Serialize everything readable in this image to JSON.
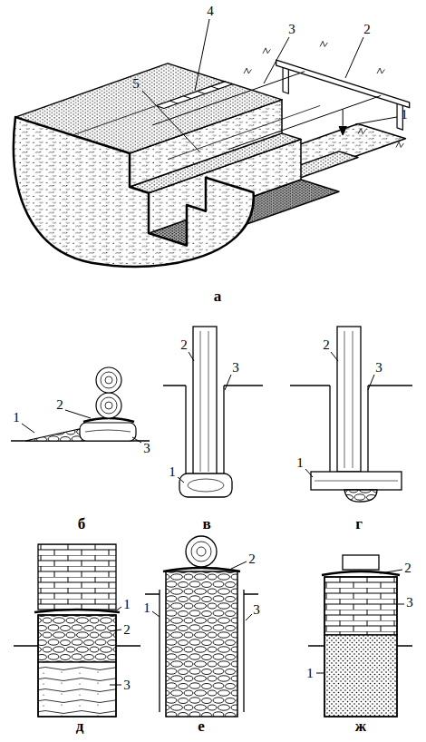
{
  "diagram": {
    "labels": [
      "4",
      "3",
      "2",
      "5",
      "1",
      "а",
      "1",
      "2",
      "3",
      "б",
      "2",
      "3",
      "1",
      "в",
      "2",
      "3",
      "1",
      "г",
      "1",
      "2",
      "3",
      "д",
      "2",
      "1",
      "3",
      "е",
      "2",
      "3",
      "1",
      "ж"
    ]
  }
}
